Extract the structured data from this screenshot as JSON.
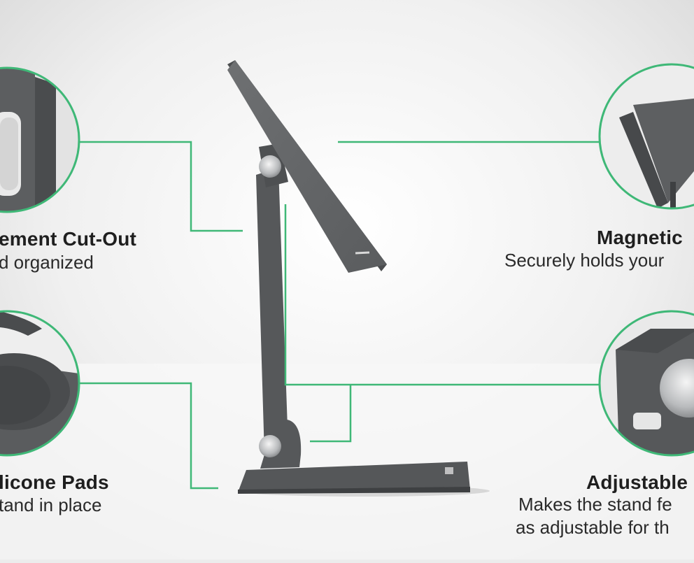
{
  "colors": {
    "accent": "#3fb877",
    "stand": "#5f6163",
    "stand_dark": "#4a4c4e",
    "background": "#ececec"
  },
  "callouts": {
    "cable": {
      "title": "ement Cut-Out",
      "lines": [
        "d organized"
      ]
    },
    "pads": {
      "title": "licone Pads",
      "lines": [
        "tand in place"
      ]
    },
    "magnetic": {
      "title": "Magnetic",
      "lines": [
        "Securely holds your"
      ]
    },
    "adjustable": {
      "title": "Adjustable",
      "lines": [
        "Makes the stand fe",
        "as adjustable for th"
      ]
    }
  }
}
